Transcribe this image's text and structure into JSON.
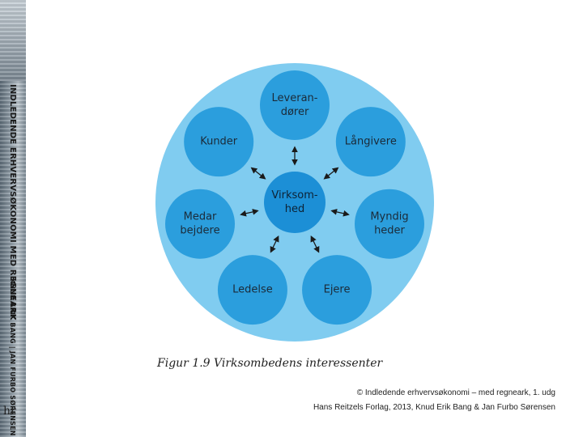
{
  "slide": {
    "book_title": "INDLEDENDE ERHVERVSØKONOMI MED REGNEARK",
    "book_authors": "KNUD ERIK BANG | JAN FURBO SØRENSEN",
    "publisher_logo": "hr",
    "figure_caption": "Figur 1.9 Virksombedens interessenter",
    "copyright_line1": "© Indledende erhvervsøkonomi – med regneark, 1. udg",
    "copyright_line2": "Hans Reitzels Forlag, 2013, Knud Erik Bang & Jan Furbo Sørensen"
  },
  "diagram": {
    "center": {
      "lines": [
        "Virksom-",
        "hed"
      ]
    },
    "stakeholders": [
      {
        "lines": [
          "Leveran-",
          "dører"
        ]
      },
      {
        "lines": [
          "Långivere"
        ]
      },
      {
        "lines": [
          "Myndig",
          "heder"
        ]
      },
      {
        "lines": [
          "Ejere"
        ]
      },
      {
        "lines": [
          "Ledelse"
        ]
      },
      {
        "lines": [
          "Medar",
          "bejdere"
        ]
      },
      {
        "lines": [
          "Kunder"
        ]
      }
    ],
    "colors": {
      "outer": "#80ccf0",
      "node": "#2b9edd",
      "center": "#1c8fd6",
      "arrow": "#1a1a1a"
    }
  }
}
